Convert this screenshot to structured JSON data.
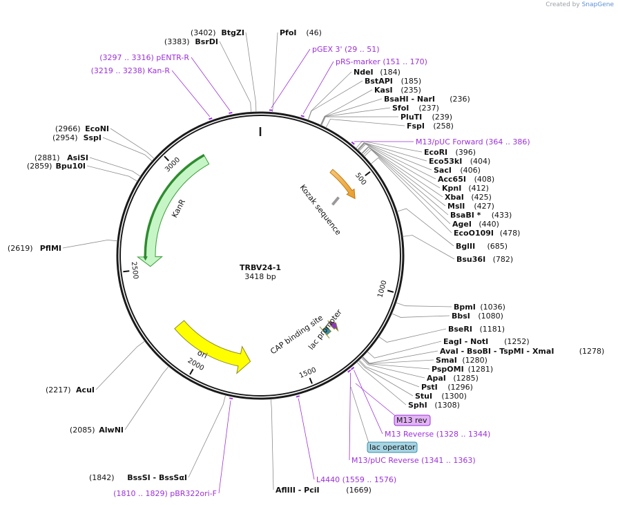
{
  "credit": {
    "prefix": "Created by",
    "brand": "SnapGene"
  },
  "plasmid": {
    "name": "TRBV24-1",
    "length": 3418,
    "length_label": "3418 bp"
  },
  "ticks": [
    {
      "bp": 500,
      "label": "500"
    },
    {
      "bp": 1000,
      "label": "1000"
    },
    {
      "bp": 1500,
      "label": "1500"
    },
    {
      "bp": 2000,
      "label": "2000"
    },
    {
      "bp": 2500,
      "label": "2500"
    },
    {
      "bp": 3000,
      "label": "3000"
    }
  ],
  "sites": [
    {
      "bp": 46,
      "text": "PfoI",
      "pos": "(46)",
      "side": "r"
    },
    {
      "bp": 184,
      "text": "NdeI",
      "pos": "(184)",
      "side": "r"
    },
    {
      "bp": 185,
      "text": "BstAPI",
      "pos": "(185)",
      "side": "r"
    },
    {
      "bp": 235,
      "text": "KasI",
      "pos": "(235)",
      "side": "r"
    },
    {
      "bp": 236,
      "text": "BsaHI - NarI",
      "pos": "(236)",
      "side": "r"
    },
    {
      "bp": 237,
      "text": "SfoI",
      "pos": "(237)",
      "side": "r"
    },
    {
      "bp": 239,
      "text": "PluTI",
      "pos": "(239)",
      "side": "r"
    },
    {
      "bp": 258,
      "text": "FspI",
      "pos": "(258)",
      "side": "r"
    },
    {
      "bp": 396,
      "text": "EcoRI",
      "pos": "(396)",
      "side": "r"
    },
    {
      "bp": 404,
      "text": "Eco53kI",
      "pos": "(404)",
      "side": "r"
    },
    {
      "bp": 406,
      "text": "SacI",
      "pos": "(406)",
      "side": "r"
    },
    {
      "bp": 408,
      "text": "Acc65I",
      "pos": "(408)",
      "side": "r"
    },
    {
      "bp": 412,
      "text": "KpnI",
      "pos": "(412)",
      "side": "r"
    },
    {
      "bp": 425,
      "text": "XbaI",
      "pos": "(425)",
      "side": "r"
    },
    {
      "bp": 427,
      "text": "MslI",
      "pos": "(427)",
      "side": "r"
    },
    {
      "bp": 433,
      "text": "BsaBI *",
      "pos": "(433)",
      "side": "r"
    },
    {
      "bp": 440,
      "text": "AgeI",
      "pos": "(440)",
      "side": "r"
    },
    {
      "bp": 478,
      "text": "EcoO109I",
      "pos": "(478)",
      "side": "r"
    },
    {
      "bp": 685,
      "text": "BglII",
      "pos": "(685)",
      "side": "r"
    },
    {
      "bp": 782,
      "text": "Bsu36I",
      "pos": "(782)",
      "side": "r"
    },
    {
      "bp": 1036,
      "text": "BpmI",
      "pos": "(1036)",
      "side": "r"
    },
    {
      "bp": 1080,
      "text": "BbsI",
      "pos": "(1080)",
      "side": "r"
    },
    {
      "bp": 1181,
      "text": "BseRI",
      "pos": "(1181)",
      "side": "r"
    },
    {
      "bp": 1252,
      "text": "EagI - NotI",
      "pos": "(1252)",
      "side": "r"
    },
    {
      "bp": 1278,
      "text": "AvaI - BsoBI - TspMI - XmaI",
      "pos": "(1278)",
      "side": "r"
    },
    {
      "bp": 1280,
      "text": "SmaI",
      "pos": "(1280)",
      "side": "r"
    },
    {
      "bp": 1281,
      "text": "PspOMI",
      "pos": "(1281)",
      "side": "r"
    },
    {
      "bp": 1285,
      "text": "ApaI",
      "pos": "(1285)",
      "side": "r"
    },
    {
      "bp": 1296,
      "text": "PstI",
      "pos": "(1296)",
      "side": "r"
    },
    {
      "bp": 1300,
      "text": "StuI",
      "pos": "(1300)",
      "side": "r"
    },
    {
      "bp": 1308,
      "text": "SphI",
      "pos": "(1308)",
      "side": "r"
    },
    {
      "bp": 1669,
      "text": "AflIII - PciI",
      "pos": "(1669)",
      "side": "r"
    },
    {
      "bp": 1842,
      "text": "BssSI - BssSαI",
      "pos": "(1842)",
      "side": "l"
    },
    {
      "bp": 2085,
      "text": "AlwNI",
      "pos": "(2085)",
      "side": "l"
    },
    {
      "bp": 2217,
      "text": "AcuI",
      "pos": "(2217)",
      "side": "l"
    },
    {
      "bp": 2619,
      "text": "PflMI",
      "pos": "(2619)",
      "side": "l"
    },
    {
      "bp": 2859,
      "text": "Bpu10I",
      "pos": "(2859)",
      "side": "l"
    },
    {
      "bp": 2881,
      "text": "AsiSI",
      "pos": "(2881)",
      "side": "l"
    },
    {
      "bp": 2954,
      "text": "SspI",
      "pos": "(2954)",
      "side": "l"
    },
    {
      "bp": 2966,
      "text": "EcoNI",
      "pos": "(2966)",
      "side": "l"
    },
    {
      "bp": 3383,
      "text": "BsrDI",
      "pos": "(3383)",
      "side": "l"
    },
    {
      "bp": 3402,
      "text": "BtgZI",
      "pos": "(3402)",
      "side": "l"
    }
  ],
  "primers": [
    {
      "bp": 40,
      "text": "pGEX 3'",
      "range": "(29 .. 51)",
      "side": "r"
    },
    {
      "bp": 160,
      "text": "pRS-marker",
      "range": "(151 .. 170)",
      "side": "r"
    },
    {
      "bp": 375,
      "text": "M13/pUC Forward",
      "range": "(364 .. 386)",
      "side": "r"
    },
    {
      "bp": 1336,
      "text": "M13 Reverse",
      "range": "(1328 .. 1344)",
      "side": "r"
    },
    {
      "bp": 1352,
      "text": "M13/pUC Reverse",
      "range": "(1341 .. 1363)",
      "side": "r"
    },
    {
      "bp": 1567,
      "text": "L4440",
      "range": "(1559 .. 1576)",
      "side": "r"
    },
    {
      "bp": 1819,
      "text": "pBR322ori-F",
      "range": "(1810 .. 1829)",
      "side": "l"
    },
    {
      "bp": 3228,
      "text": "Kan-R",
      "range": "(3219 .. 3238)",
      "side": "l"
    },
    {
      "bp": 3306,
      "text": "pENTR-R",
      "range": "(3297 .. 3316)",
      "side": "l"
    }
  ],
  "boxed_features": [
    {
      "text": "M13 rev",
      "kind": "primer-bind"
    },
    {
      "text": "lac operator",
      "kind": "protein-bind"
    }
  ],
  "arc_features": [
    {
      "name": "Kozak sequence",
      "start": 380,
      "end": 560,
      "color": "#f2b35b",
      "direction": "cw"
    },
    {
      "name": "KanR",
      "start": 2510,
      "end": 3140,
      "color": "#c6f5c6",
      "direction": "ccw"
    },
    {
      "name": "ori",
      "start": 1760,
      "end": 2180,
      "color": "#ffff00",
      "direction": "ccw"
    },
    {
      "name": "lac promoter",
      "start": 1250,
      "end": 1280,
      "color": "#8a3ab9",
      "direction": "ccw"
    },
    {
      "name": "CAP binding site",
      "start": 1300,
      "end": 1330,
      "color": "#3a8fa8",
      "direction": "none"
    }
  ]
}
